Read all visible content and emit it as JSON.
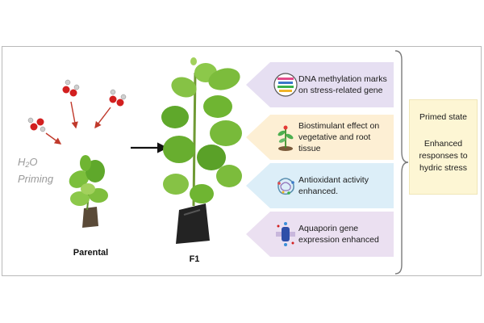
{
  "priming": {
    "formula_base": "H",
    "formula_sub": "2",
    "formula_end": "O",
    "word": "Priming"
  },
  "labels": {
    "parental": "Parental",
    "f1": "F1"
  },
  "effects": [
    {
      "text": "DNA methylation marks on stress-related gene",
      "icon": "dna-methylation-icon",
      "color": "#e6dff2"
    },
    {
      "text": "Biostimulant effect on vegetative and root tissue",
      "icon": "seedling-icon",
      "color": "#fdefd4"
    },
    {
      "text": "Antioxidant activity enhanced.",
      "icon": "antioxidant-molecule-icon",
      "color": "#dceef8"
    },
    {
      "text": "Aquaporin gene expression enhanced",
      "icon": "aquaporin-icon",
      "color": "#ebe0f1"
    }
  ],
  "primed_state": {
    "title": "Primed state",
    "description": "Enhanced responses to hydric stress"
  }
}
